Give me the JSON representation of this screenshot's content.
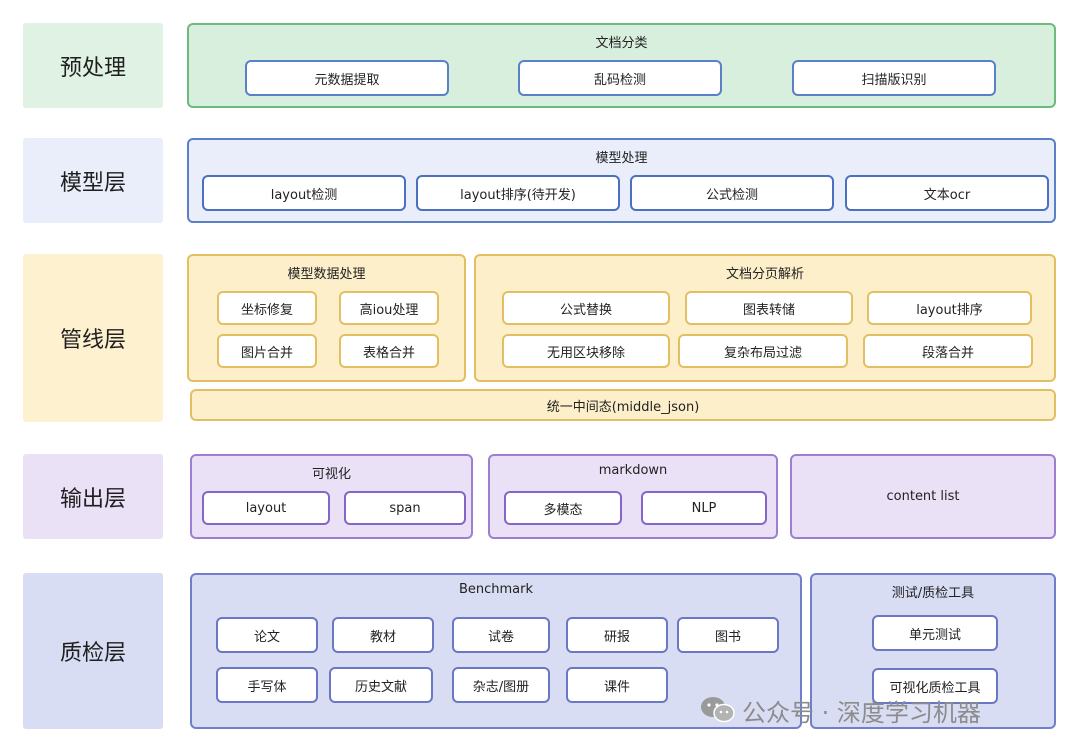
{
  "layers": {
    "preprocess": "预处理",
    "model": "模型层",
    "pipeline": "管线层",
    "output": "输出层",
    "qa": "质检层"
  },
  "preprocess": {
    "title": "文档分类",
    "items": [
      "元数据提取",
      "乱码检测",
      "扫描版识别"
    ]
  },
  "model": {
    "title": "模型处理",
    "items": [
      "layout检测",
      "layout排序(待开发)",
      "公式检测",
      "文本ocr"
    ]
  },
  "pipeline": {
    "model_data": {
      "title": "模型数据处理",
      "items": [
        "坐标修复",
        "高iou处理",
        "图片合并",
        "表格合并"
      ]
    },
    "paging": {
      "title": "文档分页解析",
      "items": [
        "公式替换",
        "图表转储",
        "layout排序",
        "无用区块移除",
        "复杂布局过滤",
        "段落合并"
      ]
    },
    "middle": "统一中间态(middle_json)"
  },
  "output": {
    "visual": {
      "title": "可视化",
      "items": [
        "layout",
        "span"
      ]
    },
    "markdown": {
      "title": "markdown",
      "items": [
        "多模态",
        "NLP"
      ]
    },
    "content_list": "content list"
  },
  "qa": {
    "benchmark": {
      "title": "Benchmark",
      "items": [
        "论文",
        "教材",
        "试卷",
        "研报",
        "图书",
        "手写体",
        "历史文献",
        "杂志/图册",
        "课件"
      ]
    },
    "tools": {
      "title": "测试/质检工具",
      "items": [
        "单元测试",
        "可视化质检工具"
      ]
    }
  },
  "watermark": {
    "text": "公众号 · 深度学习机器",
    "icon": "wechat-icon"
  }
}
